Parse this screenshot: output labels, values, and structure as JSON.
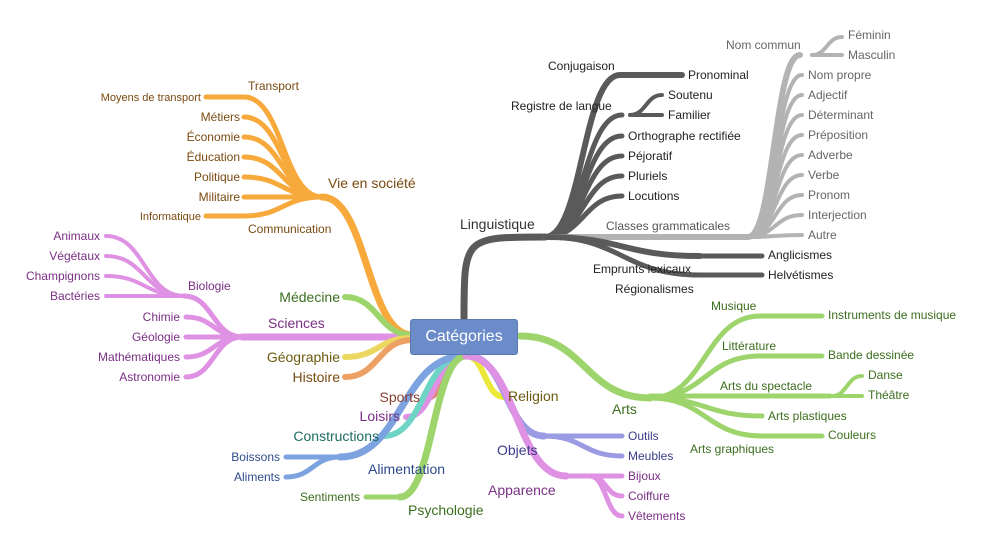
{
  "root": "Catégories",
  "colors": {
    "linguistique": "#5a5a5a",
    "classes": "#b3b3b3",
    "arts": "#9ed46c",
    "vie": "#f7a93b",
    "sciences": "#df91e3",
    "medecine": "#9ed46c",
    "geographie": "#ecd860",
    "histoire": "#eda064",
    "sports": "#e7867c",
    "loisirs": "#df91e3",
    "religion": "#ece83a",
    "constructions": "#6ed4c5",
    "alimentation": "#7da2e0",
    "psychologie": "#9ed46c",
    "objets": "#9b9be3",
    "apparence": "#df91e3"
  },
  "branches": {
    "linguistique": {
      "label": "Linguistique",
      "conjugaison": "Conjugaison",
      "pronominal": "Pronominal",
      "registre": "Registre de langue",
      "soutenu": "Soutenu",
      "familier": "Familier",
      "orthographe": "Orthographe rectifiée",
      "pejoratif": "Péjoratif",
      "pluriels": "Pluriels",
      "locutions": "Locutions",
      "classes": "Classes grammaticales",
      "nom_commun": "Nom commun",
      "feminin": "Féminin",
      "masculin": "Masculin",
      "classes_items": [
        "Nom propre",
        "Adjectif",
        "Déterminant",
        "Préposition",
        "Adverbe",
        "Verbe",
        "Pronom",
        "Interjection",
        "Autre"
      ],
      "emprunts": "Emprunts lexicaux",
      "anglicismes": "Anglicismes",
      "helvetismes": "Helvétismes",
      "regionalismes": "Régionalismes"
    },
    "arts": {
      "label": "Arts",
      "musique": "Musique",
      "instruments": "Instruments de musique",
      "litterature": "Littérature",
      "bd": "Bande dessinée",
      "spectacle": "Arts du spectacle",
      "danse": "Danse",
      "theatre": "Théâtre",
      "plastiques": "Arts plastiques",
      "graphiques": "Arts graphiques",
      "couleurs": "Couleurs"
    },
    "vie": {
      "label": "Vie en société",
      "transport": "Transport",
      "moyens": "Moyens de transport",
      "items": [
        "Métiers",
        "Économie",
        "Éducation",
        "Politique",
        "Militaire"
      ],
      "communication": "Communication",
      "informatique": "Informatique"
    },
    "sciences": {
      "label": "Sciences",
      "biologie": "Biologie",
      "bio_items": [
        "Animaux",
        "Végétaux",
        "Champignons",
        "Bactéries"
      ],
      "items": [
        "Chimie",
        "Géologie",
        "Mathématiques",
        "Astronomie"
      ]
    },
    "medecine": "Médecine",
    "geographie": "Géographie",
    "histoire": "Histoire",
    "sports": "Sports",
    "loisirs": "Loisirs",
    "religion": "Religion",
    "constructions": "Constructions",
    "alimentation": {
      "label": "Alimentation",
      "boissons": "Boissons",
      "aliments": "Aliments"
    },
    "psychologie": {
      "label": "Psychologie",
      "sentiments": "Sentiments"
    },
    "objets": {
      "label": "Objets",
      "outils": "Outils",
      "meubles": "Meubles"
    },
    "apparence": {
      "label": "Apparence",
      "bijoux": "Bijoux",
      "coiffure": "Coiffure",
      "vetements": "Vêtements"
    }
  }
}
